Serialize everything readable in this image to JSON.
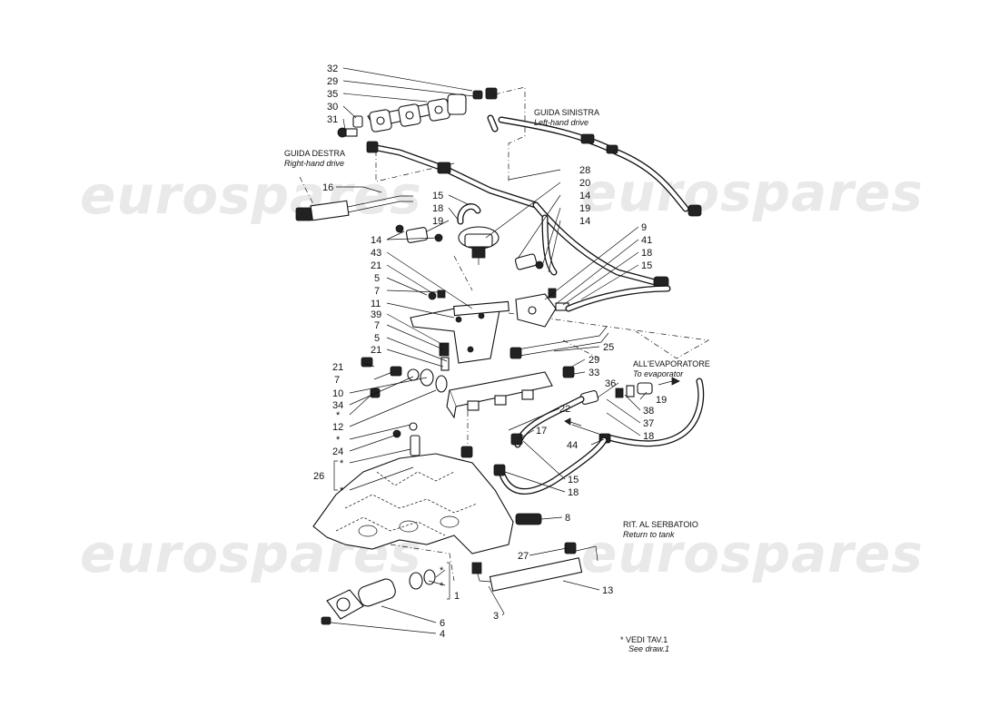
{
  "watermark": "eurospares",
  "notes": {
    "guida_sinistra": "GUIDA SINISTRA",
    "left_hand_drive": "Left-hand drive",
    "guida_destra": "GUIDA DESTRA",
    "right_hand_drive": "Right-hand drive",
    "all_evaporatore": "ALL'EVAPORATORE",
    "to_evaporator": "To evaporator",
    "rit_al_serbatoio": "RIT. AL SERBATOIO",
    "return_to_tank": "Return to tank",
    "vedi_tav": "* VEDI TAV.1",
    "see_draw": "See draw.1"
  },
  "callouts": {
    "c32": "32",
    "c29a": "29",
    "c35": "35",
    "c30": "30",
    "c31": "31",
    "c16": "16",
    "c28": "28",
    "c20": "20",
    "c14a": "14",
    "c19a": "19",
    "c14b": "14",
    "c15a": "15",
    "c18a": "18",
    "c19b": "19",
    "c14c": "14",
    "c43": "43",
    "c21a": "21",
    "c5a": "5",
    "c7a": "7",
    "c11": "11",
    "c39": "39",
    "c7b": "7",
    "c5b": "5",
    "c21b": "21",
    "c21c": "21",
    "c7c": "7",
    "c10": "10",
    "c34": "34",
    "star1": "*",
    "c12": "12",
    "star2": "*",
    "c24": "24",
    "c26": "26",
    "star3": "*",
    "star4": "*",
    "c9": "9",
    "c41": "41",
    "c18b": "18",
    "c15b": "15",
    "c25": "25",
    "c29b": "29",
    "c33": "33",
    "c36": "36",
    "c19c": "19",
    "c38": "38",
    "c37": "37",
    "c18c": "18",
    "c22": "22",
    "c17": "17",
    "c44": "44",
    "c15c": "15",
    "c18d": "18",
    "c8": "8",
    "c27": "27",
    "c13": "13",
    "c3": "3",
    "star5": "*",
    "star6": "*",
    "c1": "1",
    "c6": "6",
    "c4": "4"
  }
}
